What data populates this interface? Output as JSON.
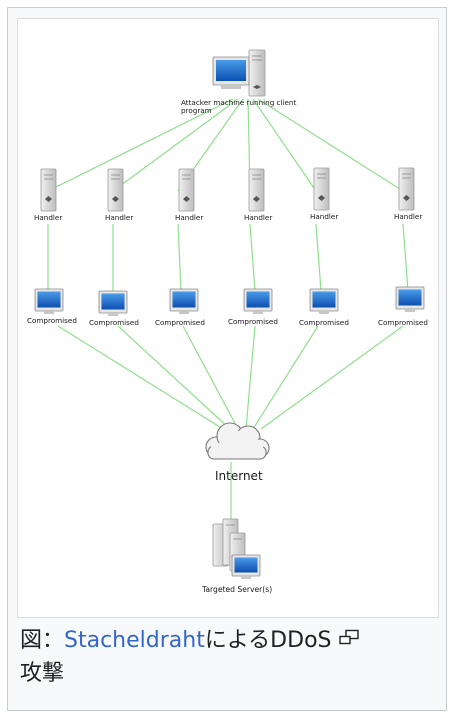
{
  "diagram": {
    "attacker_label_line1": "Attacker machine running client",
    "attacker_label_line2": "program",
    "handlers": [
      "Handler",
      "Handler",
      "Handler",
      "Handler",
      "Handler",
      "Handler"
    ],
    "compromised": [
      "Compromised",
      "Compromised",
      "Compromised",
      "Compromised",
      "Compromised",
      "Compromised"
    ],
    "internet_label": "Internet",
    "target_label": "Targeted Server(s)",
    "colors": {
      "link": "#8ee08a",
      "screen": "#1f6fd1",
      "server": "#d9d9d9"
    }
  },
  "caption": {
    "prefix": "図：",
    "link_text": "Stacheldraht",
    "suffix": "によるDDoS",
    "line2": "攻撃",
    "enlarge_icon": "enlarge-icon"
  }
}
